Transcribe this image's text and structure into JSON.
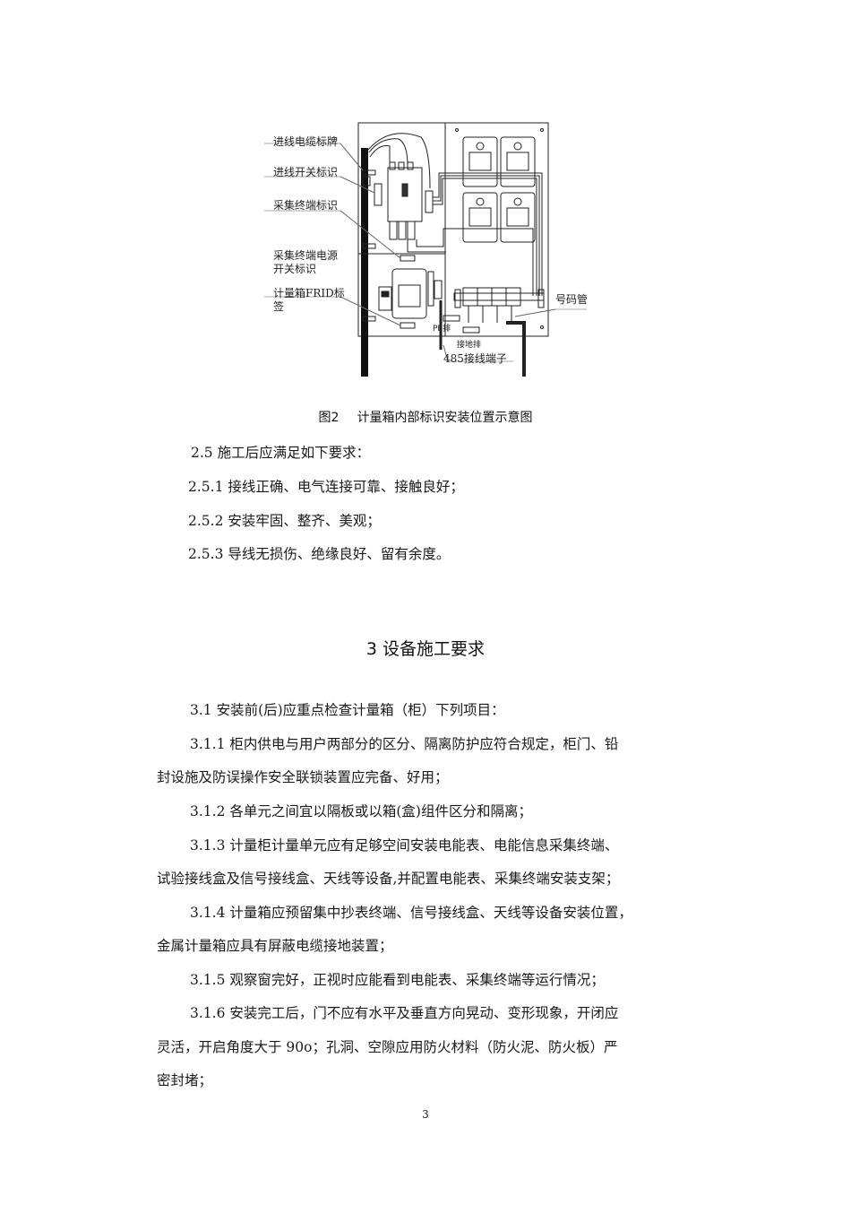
{
  "figure": {
    "labels": {
      "incoming_cable_tag": "进线电缆标牌",
      "incoming_switch_mark": "进线开关标识",
      "terminal_mark": "采集终端标识",
      "terminal_power_switch_mark_line1": "采集终端电源",
      "terminal_power_switch_mark_line2": "开关标识",
      "rfid_label_line1": "计量箱FRID标",
      "rfid_label_line2": "签",
      "number_tube": "号码管",
      "pe_bar": "PE排",
      "ground_bar": "接地排",
      "rs485_terminal": "485接线端子"
    },
    "caption_number": "图2",
    "caption_text": "计量箱内部标识安装位置示意图"
  },
  "section_2_5": {
    "heading": "2.5 施工后应满足如下要求：",
    "items": [
      "2.5.1 接线正确、电气连接可靠、接触良好；",
      "2.5.2 安装牢固、整齐、美观；",
      "2.5.3 导线无损伤、绝缘良好、留有余度。"
    ]
  },
  "section_3": {
    "title": "3 设备施工要求",
    "lines": [
      "3.1 安装前(后)应重点检查计量箱（柜）下列项目：",
      "3.1.1 柜内供电与用户两部分的区分、隔离防护应符合规定，柜门、铅",
      "封设施及防误操作安全联锁装置应完备、好用；",
      "3.1.2 各单元之间宜以隔板或以箱(盒)组件区分和隔离；",
      "3.1.3 计量柜计量单元应有足够空间安装电能表、电能信息采集终端、",
      "试验接线盒及信号接线盒、天线等设备,并配置电能表、采集终端安装支架；",
      "3.1.4 计量箱应预留集中抄表终端、信号接线盒、天线等设备安装位置，",
      "金属计量箱应具有屏蔽电缆接地装置；",
      "3.1.5 观察窗完好，正视时应能看到电能表、采集终端等运行情况；",
      "3.1.6 安装完工后，门不应有水平及垂直方向晃动、变形现象，开闭应",
      "灵活，开启角度大于 90o；孔洞、空隙应用防火材料（防火泥、防火板）严",
      "密封堵；"
    ]
  },
  "page_number": "3"
}
